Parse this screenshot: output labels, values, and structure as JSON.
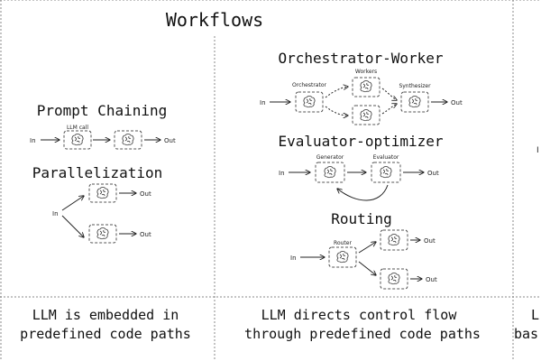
{
  "title": "Workflows",
  "sections": {
    "prompt_chaining": {
      "title": "Prompt Chaining",
      "in": "In",
      "llm_call": "LLM call",
      "out": "Out"
    },
    "parallelization": {
      "title": "Parallelization",
      "in": "In",
      "out_top": "Out",
      "out_bottom": "Out"
    },
    "orchestrator_worker": {
      "title": "Orchestrator-Worker",
      "in": "In",
      "orchestrator": "Orchestrator",
      "workers": "Workers",
      "synthesizer": "Synthesizer",
      "out": "Out"
    },
    "evaluator_optimizer": {
      "title": "Evaluator-optimizer",
      "in": "In",
      "generator": "Generator",
      "evaluator": "Evaluator",
      "out": "Out"
    },
    "routing": {
      "title": "Routing",
      "in": "In",
      "router": "Router",
      "out_top": "Out",
      "out_bottom": "Out"
    }
  },
  "captions": {
    "left": [
      "LLM is embedded in",
      "predefined code paths"
    ],
    "middle": [
      "LLM directs control flow",
      "through predefined code paths"
    ],
    "right": [
      "L",
      "bas"
    ]
  },
  "edge_fragment": "I",
  "icons": {
    "node_icon": "brain-icon"
  }
}
